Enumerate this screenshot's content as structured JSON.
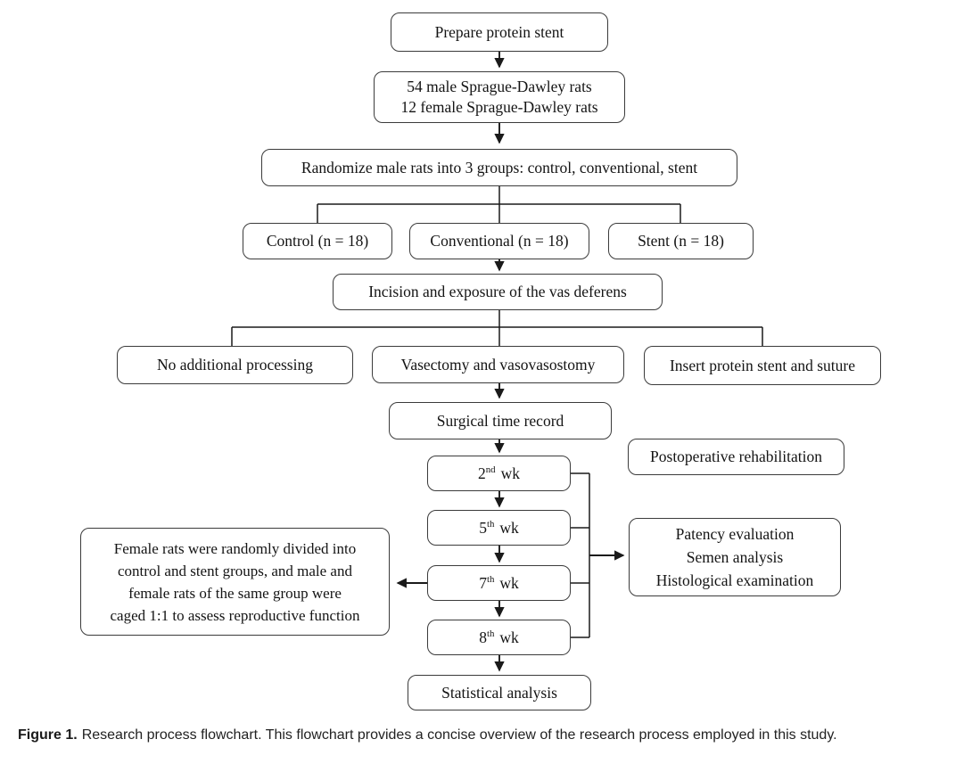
{
  "colors": {
    "box_border": "#3b3b3b",
    "box_fill": "#ffffff",
    "line": "#1a1a1a",
    "text": "#141414",
    "caption_text": "#222222"
  },
  "nodes": {
    "prepare": "Prepare protein stent",
    "rats": {
      "line1": "54 male Sprague-Dawley rats",
      "line2": "12 female Sprague-Dawley rats"
    },
    "randomize": "Randomize male rats into 3 groups: control, conventional, stent",
    "control": "Control (n = 18)",
    "conventional": "Conventional (n = 18)",
    "stent": "Stent (n = 18)",
    "incision": "Incision and exposure of the vas deferens",
    "no_additional": "No additional processing",
    "vasectomy": "Vasectomy and vasovasostomy",
    "insert_stent": "Insert protein stent and suture",
    "surgical_time": "Surgical time record",
    "postoperative": "Postoperative rehabilitation",
    "week2": {
      "num": "2",
      "ord": "nd",
      "unit": "wk"
    },
    "week5": {
      "num": "5",
      "ord": "th",
      "unit": "wk"
    },
    "week7": {
      "num": "7",
      "ord": "th",
      "unit": "wk"
    },
    "week8": {
      "num": "8",
      "ord": "th",
      "unit": "wk"
    },
    "evaluation": {
      "line1": "Patency evaluation",
      "line2": "Semen analysis",
      "line3": "Histological examination"
    },
    "female_mating": {
      "line1": "Female rats were randomly divided into",
      "line2": "control and stent groups, and male and",
      "line3": "female rats of the same group were",
      "line4": "caged 1:1 to assess reproductive function"
    },
    "statistical": "Statistical analysis"
  },
  "caption": {
    "label": "Figure 1.",
    "text": "Research process flowchart. This flowchart provides a concise overview of the research process employed in this study."
  }
}
